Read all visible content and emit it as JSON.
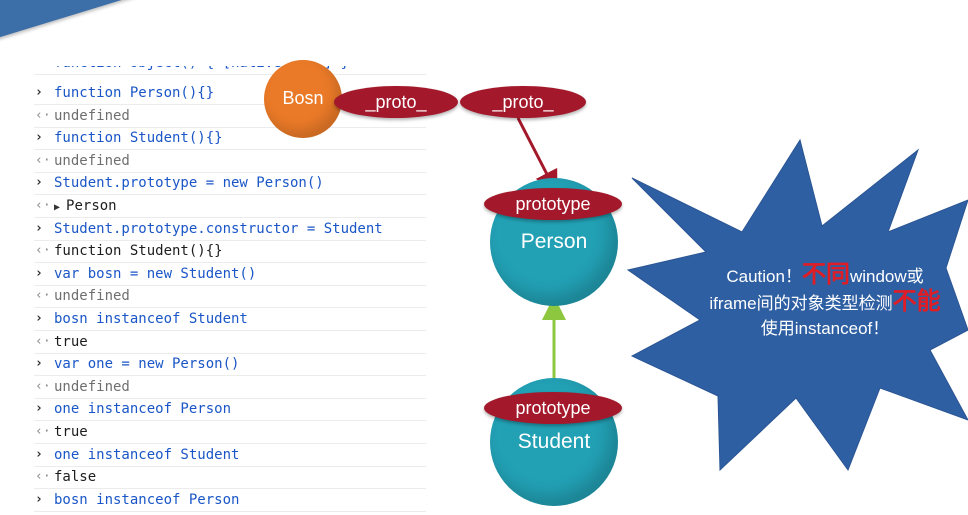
{
  "slide_title": "instanceof",
  "console": {
    "rows": [
      {
        "kind": "input-partial",
        "prompt": "‹",
        "text": "function Object() { [native code] }"
      },
      {
        "kind": "input",
        "prompt": "›",
        "text": "function Person(){}"
      },
      {
        "kind": "output-undef",
        "prompt": "‹·",
        "text": "undefined"
      },
      {
        "kind": "input",
        "prompt": "›",
        "text": "function Student(){}"
      },
      {
        "kind": "output-undef",
        "prompt": "‹·",
        "text": "undefined"
      },
      {
        "kind": "input",
        "prompt": "›",
        "text": "Student.prototype = new Person()"
      },
      {
        "kind": "output-expand",
        "prompt": "‹·",
        "text": "Person"
      },
      {
        "kind": "input",
        "prompt": "›",
        "text": "Student.prototype.constructor = Student"
      },
      {
        "kind": "output",
        "prompt": "‹·",
        "text": "function Student(){}"
      },
      {
        "kind": "input",
        "prompt": "›",
        "text": "var bosn = new Student()"
      },
      {
        "kind": "output-undef",
        "prompt": "‹·",
        "text": "undefined"
      },
      {
        "kind": "input",
        "prompt": "›",
        "text": "bosn instanceof Student"
      },
      {
        "kind": "output",
        "prompt": "‹·",
        "text": "true"
      },
      {
        "kind": "input",
        "prompt": "›",
        "text": "var one = new Person()"
      },
      {
        "kind": "output-undef",
        "prompt": "‹·",
        "text": "undefined"
      },
      {
        "kind": "input",
        "prompt": "›",
        "text": "one instanceof Person"
      },
      {
        "kind": "output",
        "prompt": "‹·",
        "text": "true"
      },
      {
        "kind": "input",
        "prompt": "›",
        "text": "one instanceof Student"
      },
      {
        "kind": "output",
        "prompt": "‹·",
        "text": "false"
      },
      {
        "kind": "input",
        "prompt": "›",
        "text": "bosn instanceof Person"
      }
    ]
  },
  "diagram": {
    "bosn_label": "Bosn",
    "proto_label_1": "_proto_",
    "proto_label_2": "_proto_",
    "person_prototype_label": "prototype",
    "person_label": "Person",
    "student_prototype_label": "prototype",
    "student_label": "Student",
    "colors": {
      "bosn": "#ea7a28",
      "node": "#22a0b4",
      "pill": "#a3182a",
      "arrow_proto": "#a3182a",
      "arrow_inherit": "#8dc63f",
      "starburst": "#2f5fa3"
    }
  },
  "caution": {
    "line1_prefix": "Caution！",
    "line1_red": "不同",
    "line1_suffix": "window或",
    "line2_prefix": "iframe间的对象类型检测",
    "line2_red": "不能",
    "line3": "使用instanceof！"
  }
}
